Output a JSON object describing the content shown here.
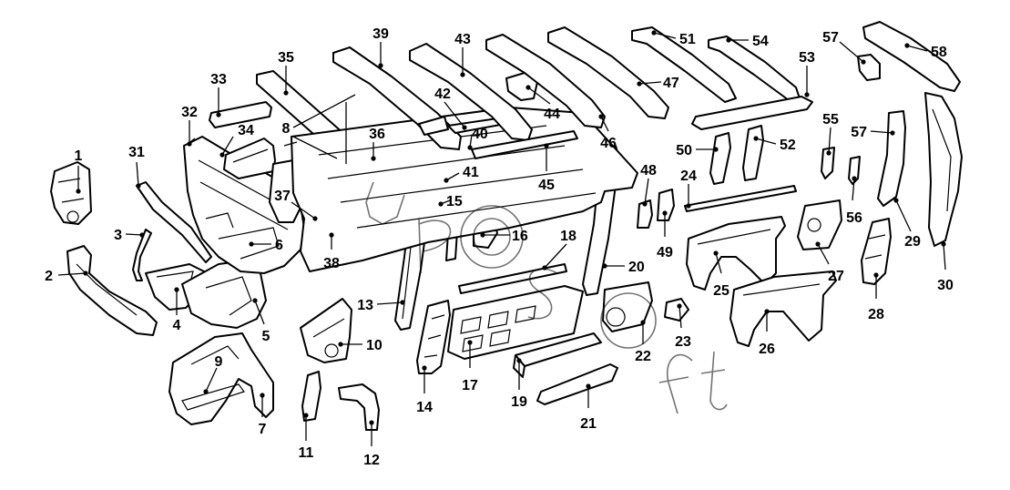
{
  "labels": [
    "1",
    "2",
    "3",
    "4",
    "5",
    "6",
    "7",
    "8",
    "9",
    "10",
    "11",
    "12",
    "13",
    "14",
    "15",
    "16",
    "17",
    "18",
    "19",
    "20",
    "21",
    "22",
    "23",
    "24",
    "25",
    "26",
    "27",
    "28",
    "29",
    "30",
    "31",
    "32",
    "33",
    "34",
    "35",
    "36",
    "37",
    "38",
    "39",
    "40",
    "41",
    "42",
    "43",
    "44",
    "45",
    "46",
    "47",
    "48",
    "49",
    "50",
    "51",
    "52",
    "53",
    "54",
    "55",
    "56",
    "57",
    "57",
    "58"
  ],
  "watermark": {
    "text": "UProSoft",
    "icon": "watermark-uprosoft-logo"
  },
  "colors": {
    "ink": "#000000",
    "paper": "#ffffff"
  }
}
